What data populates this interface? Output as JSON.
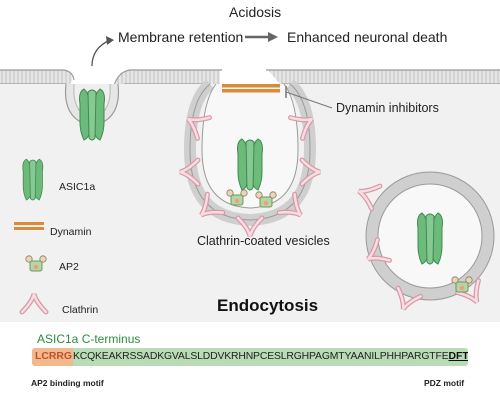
{
  "labels": {
    "acidosis": "Acidosis",
    "membrane_retention": "Membrane retention",
    "enhanced_death": "Enhanced neuronal death",
    "dynamin_inhibitors": "Dynamin inhibitors",
    "clathrin_coated_vesicles": "Clathrin-coated vesicles",
    "endocytosis": "Endocytosis"
  },
  "legend": {
    "asic1a": "ASIC1a",
    "dynamin": "Dynamin",
    "ap2": "AP2",
    "clathrin": "Clathrin"
  },
  "sequence": {
    "title": "ASIC1a C-terminus",
    "ap2_motif_residues": "LCRRG",
    "middle_residues": "KCQKEAKRSSADKGVALSLDDVKRHNPCESLRGHPAGMTYAANILPHHPARGTFE",
    "pdz_motif_residues": "DFTC",
    "ap2_motif_label": "AP2 binding motif",
    "pdz_motif_label": "PDZ motif"
  },
  "colors": {
    "membrane_gray": "#cfcfcf",
    "membrane_line": "#9a9a9a",
    "channel_green": "#6dbb7a",
    "channel_dark": "#3f8a50",
    "dynamin_orange": "#d98a3a",
    "clathrin_pink": "#f2c4cc",
    "sequence_bg": "#b9dbb5",
    "sequence_ap2": "#f2b88e"
  }
}
